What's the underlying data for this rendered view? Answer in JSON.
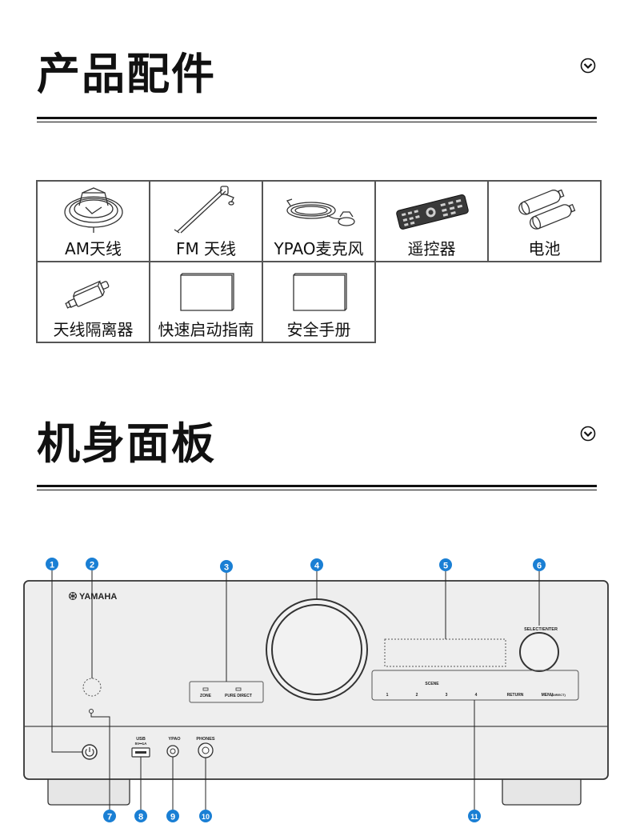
{
  "sections": {
    "accessories": {
      "title": "产品配件"
    },
    "front_panel": {
      "title": "机身面板"
    }
  },
  "accessories": [
    {
      "label": "AM天线",
      "icon": "am-antenna-icon"
    },
    {
      "label": "FM 天线",
      "icon": "fm-antenna-icon"
    },
    {
      "label": "YPAO麦克风",
      "icon": "ypao-microphone-icon"
    },
    {
      "label": "遥控器",
      "icon": "remote-control-icon"
    },
    {
      "label": "电池",
      "icon": "batteries-icon"
    },
    {
      "label": "天线隔离器",
      "icon": "antenna-isolator-icon"
    },
    {
      "label": "快速启动指南",
      "icon": "booklet-icon"
    },
    {
      "label": "安全手册",
      "icon": "booklet-icon"
    }
  ],
  "panel": {
    "brand": "YAMAHA",
    "labels": {
      "zone": "ZONE",
      "pure_direct": "PURE DIRECT",
      "select_enter": "SELECT/ENTER",
      "scene": "SCENE",
      "scene_1": "1",
      "scene_2": "2",
      "scene_3": "3",
      "scene_4": "4",
      "return": "RETURN",
      "menu": "MENU",
      "direct": "(DIRECT)",
      "usb": "USB",
      "usb_rating": "5V⎓1A",
      "ypao": "YPAO",
      "phones": "PHONES"
    },
    "callouts": [
      "1",
      "2",
      "3",
      "4",
      "5",
      "6",
      "7",
      "8",
      "9",
      "10",
      "11"
    ]
  },
  "colors": {
    "callout": "#1a7fd4",
    "panel_fill": "#eeeeee",
    "panel_stroke": "#333333"
  }
}
